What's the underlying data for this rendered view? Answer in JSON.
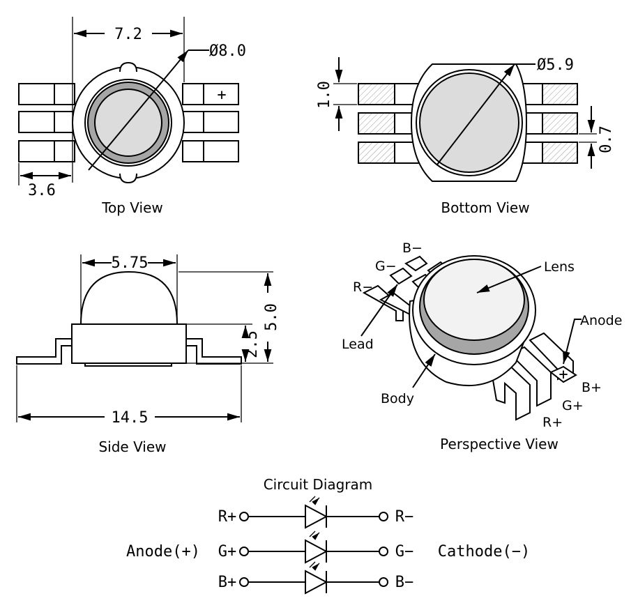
{
  "top_view": {
    "caption": "Top View",
    "dim_width": "7.2",
    "dim_diameter": "Ø8.0",
    "dim_lead": "3.6",
    "plus_mark": "+"
  },
  "bottom_view": {
    "caption": "Bottom View",
    "dim_diameter": "Ø5.9",
    "dim_pad_height": "1.0",
    "dim_pad_gap": "0.7"
  },
  "side_view": {
    "caption": "Side View",
    "dim_lens": "5.75",
    "dim_total_height": "5.0",
    "dim_body_height": "2.5",
    "dim_length": "14.5"
  },
  "perspective_view": {
    "caption": "Perspective View",
    "labels": {
      "b_minus": "B−",
      "g_minus": "G−",
      "r_minus": "R−",
      "lens": "Lens",
      "anode": "Anode",
      "lead": "Lead",
      "b_plus": "B+",
      "g_plus": "G+",
      "r_plus": "R+",
      "body": "Body"
    }
  },
  "circuit": {
    "title": "Circuit Diagram",
    "anode_label": "Anode(+)",
    "cathode_label": "Cathode(−)",
    "rows": [
      {
        "left": "R+",
        "right": "R−"
      },
      {
        "left": "G+",
        "right": "G−"
      },
      {
        "left": "B+",
        "right": "B−"
      }
    ]
  }
}
